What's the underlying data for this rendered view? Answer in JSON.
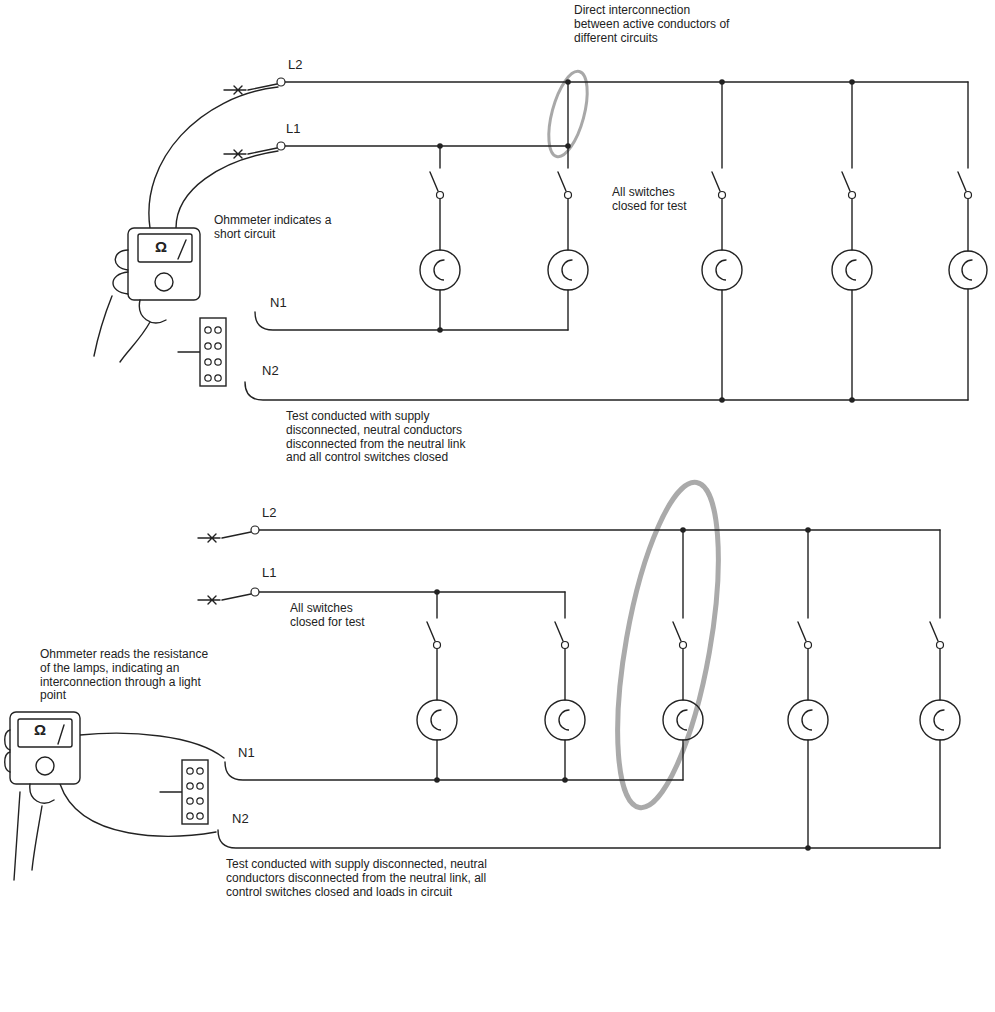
{
  "diagram": {
    "labels": [
      "Direct interconnection between active conductors of different circuits",
      "L2",
      "L1",
      "Ω",
      "Ohmmeter indicates a short circuit",
      "All switches closed for test",
      "N1",
      "N2",
      "Test conducted with supply disconnected, neutral conductors disconnected from the neutral link and all control switches closed",
      "L2",
      "L1",
      "All switches closed for test",
      "Ohmmeter reads the resistance of the lamps, indicating an interconnection through a light point",
      "Ω",
      "N1",
      "N2",
      "Test conducted with supply disconnected, neutral conductors disconnected from the neutral link, all control switches closed and loads in circuit"
    ]
  }
}
